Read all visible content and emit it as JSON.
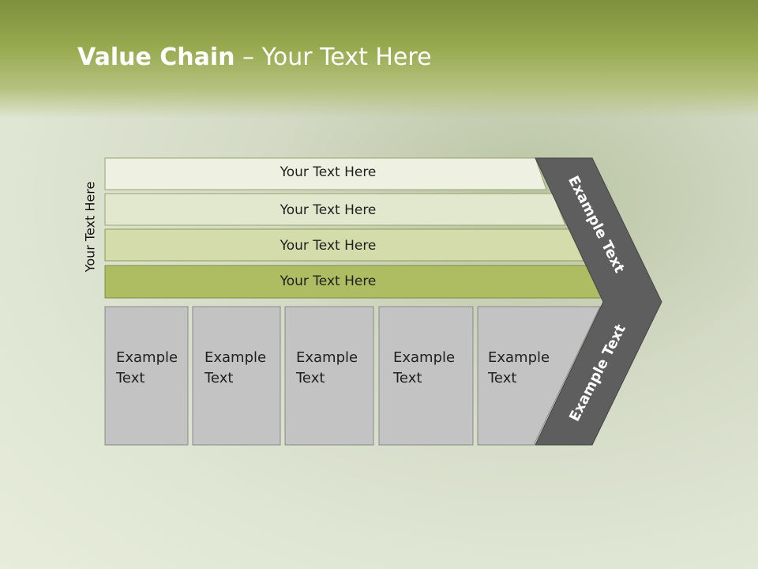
{
  "slide": {
    "title_bold": "Value Chain",
    "title_rest": " – Your Text Here",
    "side_label": "Your Text Here"
  },
  "rows": [
    {
      "label": "Your Text Here",
      "color": "#eef1e2"
    },
    {
      "label": "Your Text Here",
      "color": "#e2e8cd"
    },
    {
      "label": "Your Text Here",
      "color": "#d3dcaa"
    },
    {
      "label": "Your Text Here",
      "color": "#aebc62"
    }
  ],
  "boxes": [
    {
      "label": "Example\nText"
    },
    {
      "label": "Example\nText"
    },
    {
      "label": "Example\nText"
    },
    {
      "label": "Example\nText"
    },
    {
      "label": "Example\nText"
    }
  ],
  "chevron": {
    "top_label": "Example Text",
    "bottom_label": "Example Text",
    "color": "#5e5e5e"
  },
  "colors": {
    "box_fill": "#c3c3c3",
    "box_border": "#8a8a8a"
  }
}
